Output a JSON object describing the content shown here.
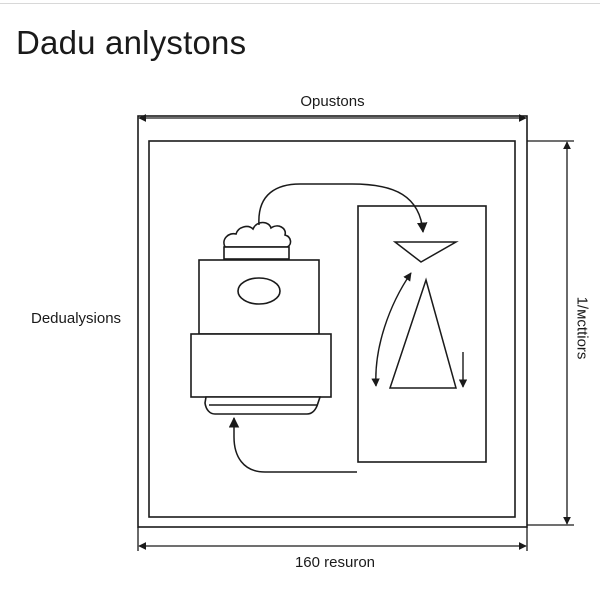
{
  "title": "Dadu anlystons",
  "dimensions": {
    "top_label": "Opustons",
    "left_label": "Dedualysions",
    "bottom_label": "160 resuron",
    "right_label": "1/мcttiors"
  },
  "colors": {
    "line": "#1a1a1a",
    "background": "#ffffff"
  }
}
